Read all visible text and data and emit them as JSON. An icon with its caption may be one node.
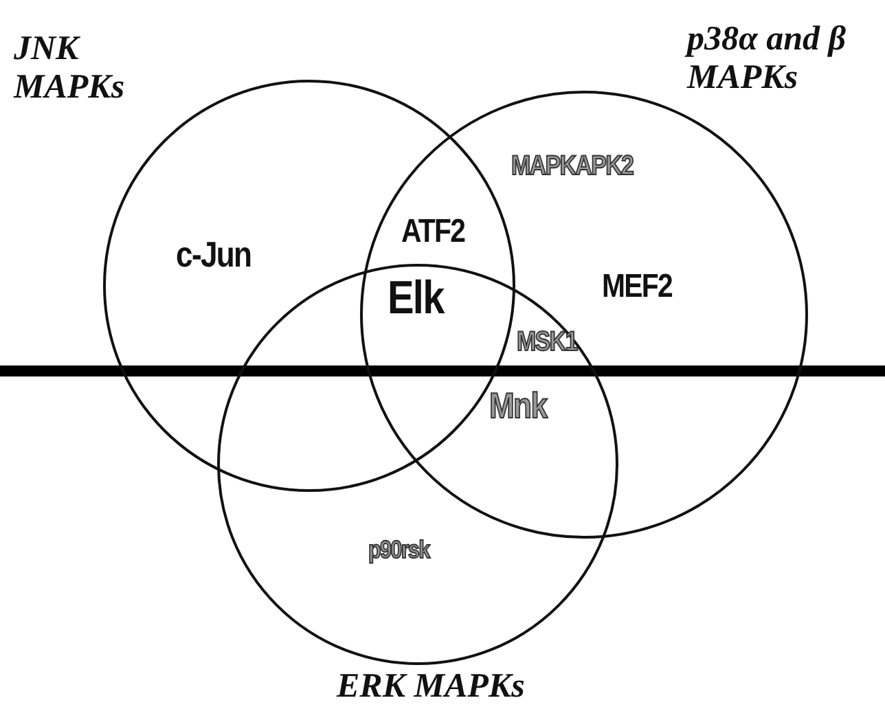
{
  "diagram": {
    "nodes": [
      {
        "text": [
          "JNK MAPKs"
        ]
      },
      {
        "text": [
          "p38α and β MAPKs"
        ]
      },
      {
        "text": [
          "ERK MAPKs"
        ]
      }
    ],
    "labels": [
      "c-Jun",
      "ATF2",
      "MAPKAPK2",
      "Elk",
      "MEF2",
      "MSK1",
      "Mnk",
      "p90rsk"
    ]
  }
}
